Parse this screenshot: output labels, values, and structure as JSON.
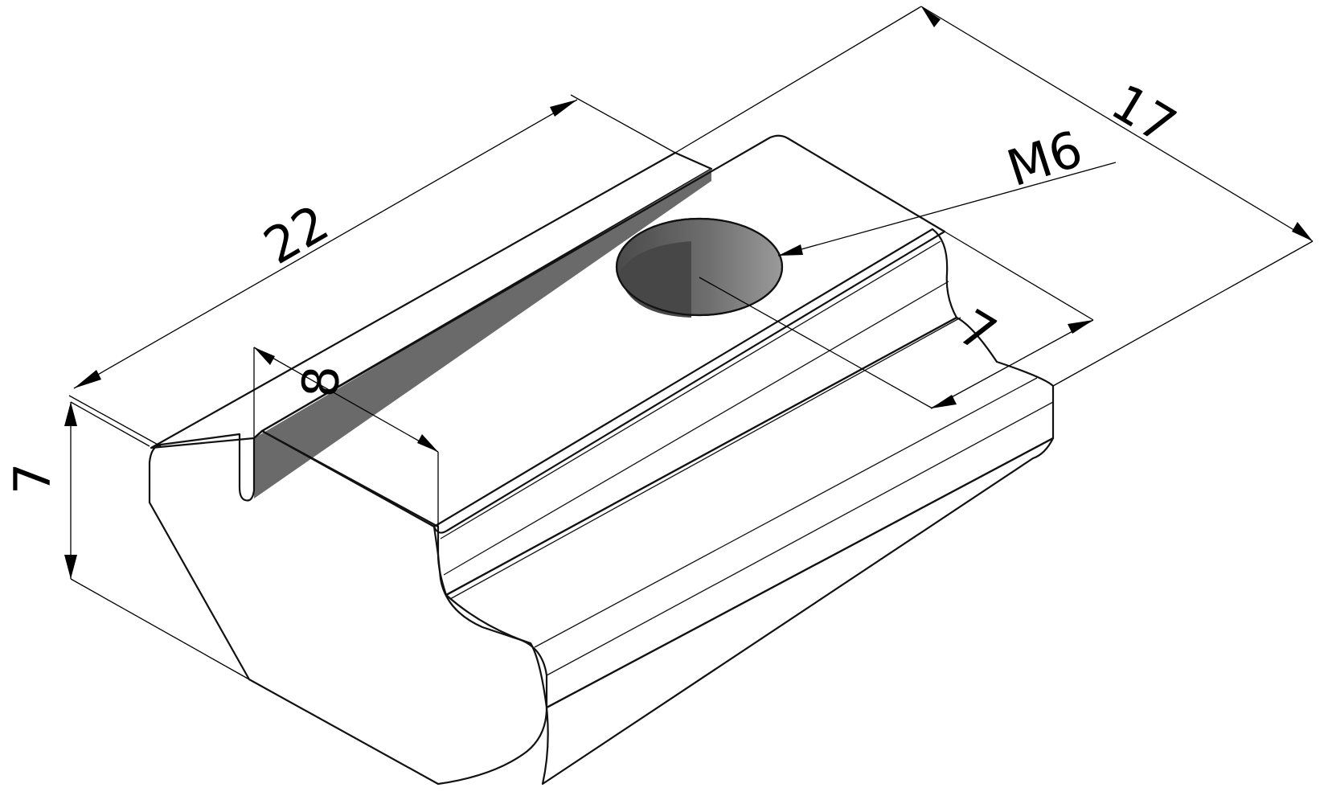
{
  "dimensions": {
    "length": "22",
    "width": "17",
    "height": "7",
    "slot_width": "8",
    "hole_offset": "7",
    "thread": "M6"
  },
  "colors": {
    "front_face": "#3a3a3a",
    "top_face": "#8c8c8c",
    "flange_face": "#7a7a7a",
    "side_face": "#686868",
    "outline": "#111111",
    "background": "#ffffff"
  }
}
